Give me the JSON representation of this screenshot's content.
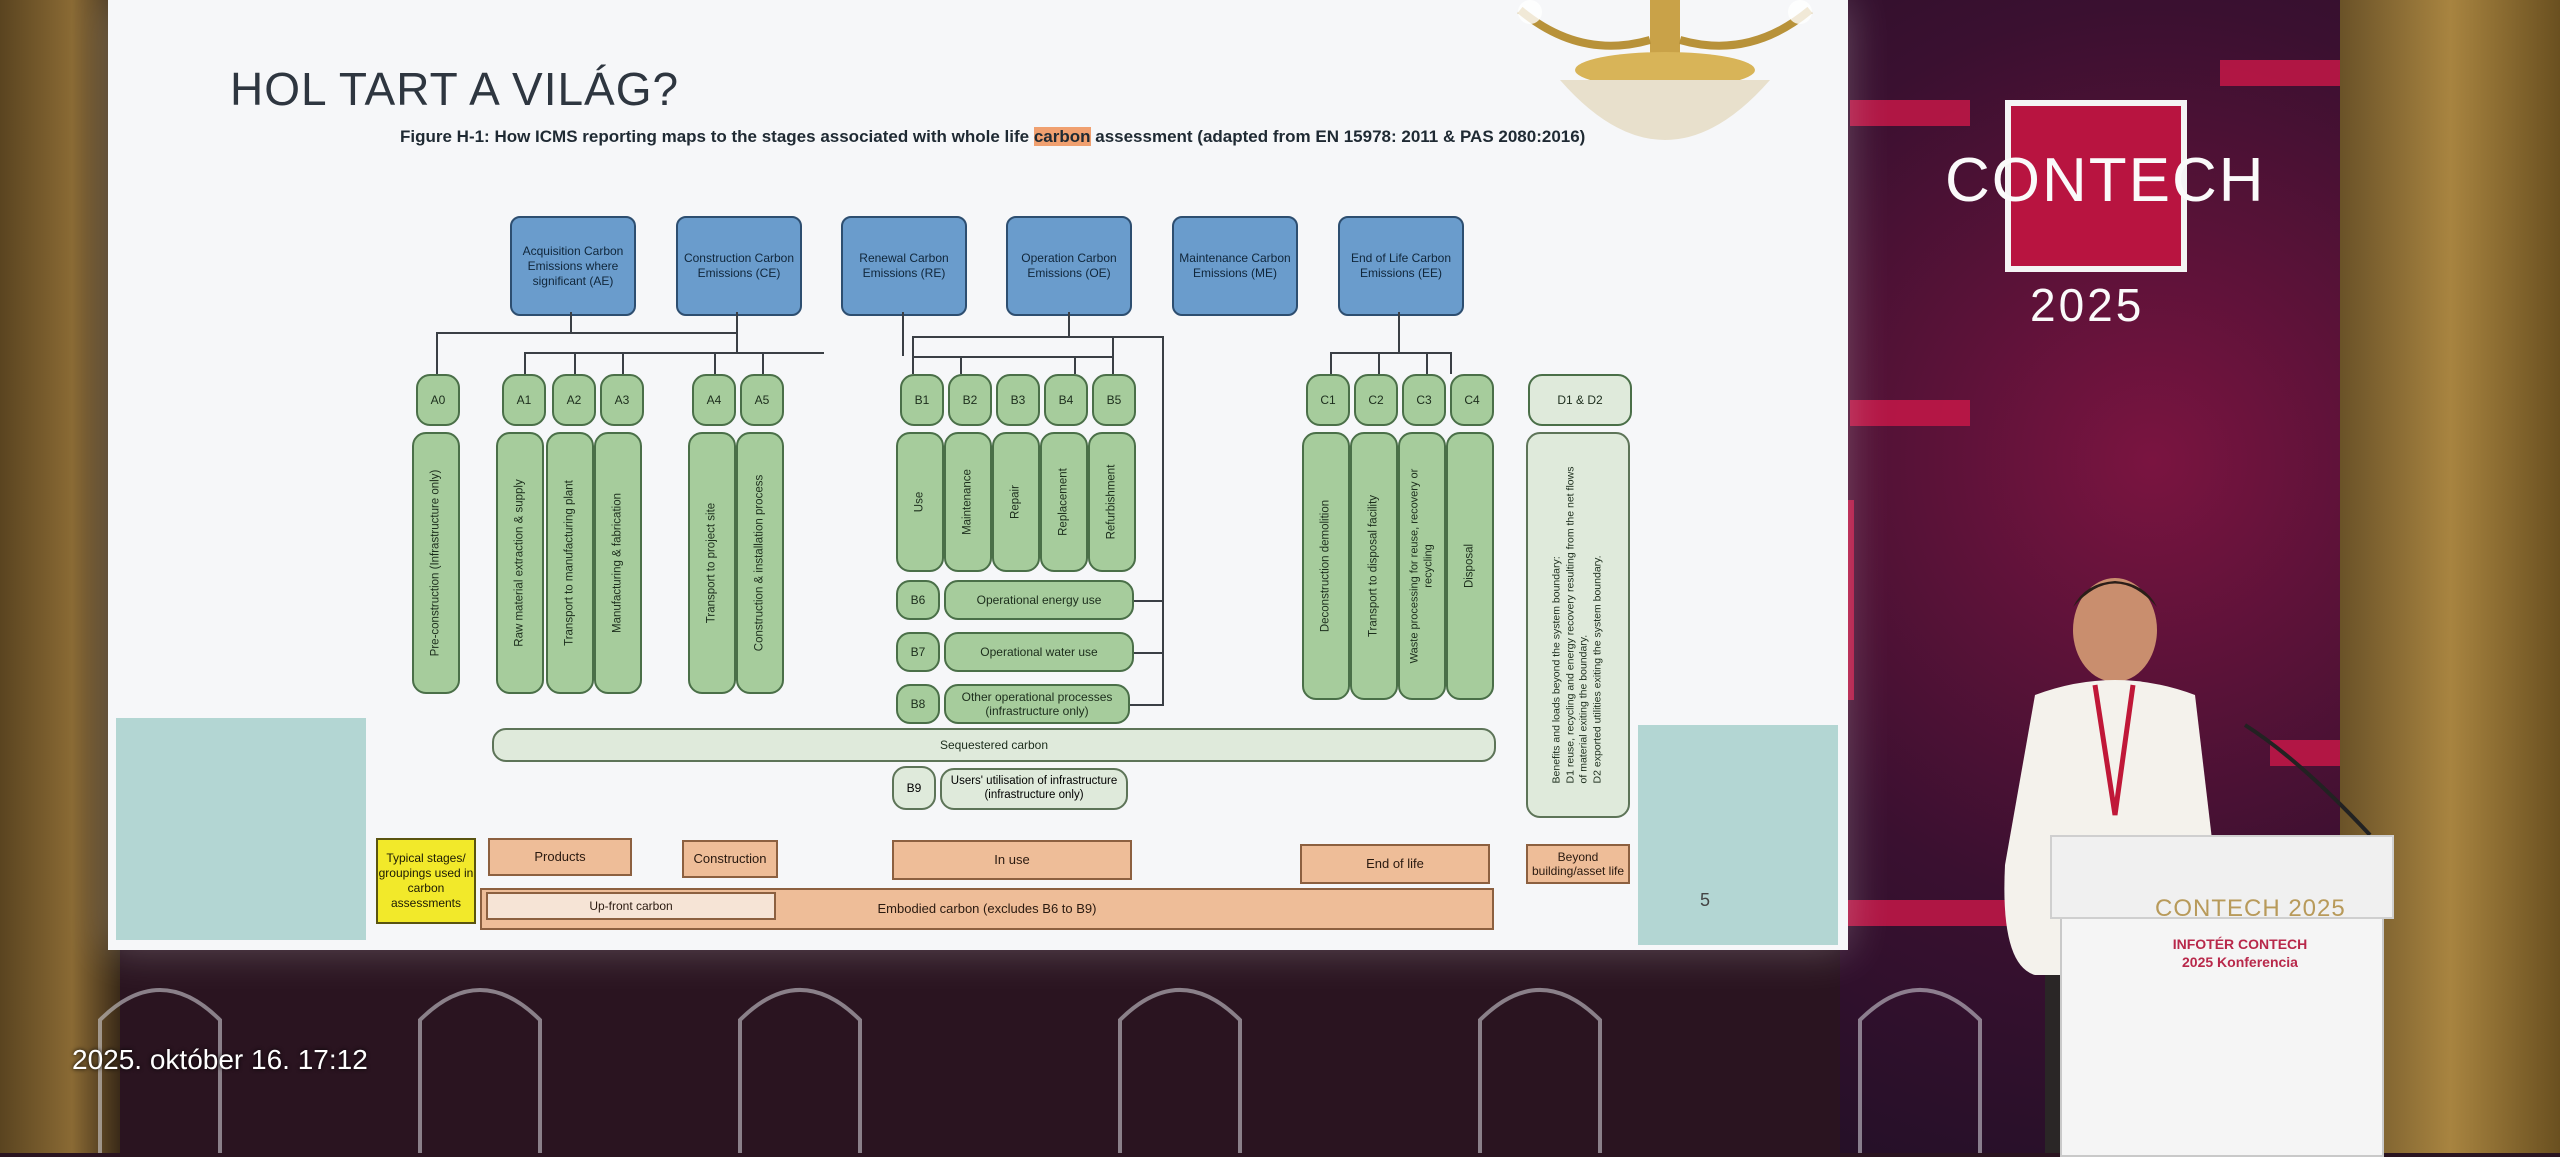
{
  "slide": {
    "title": "HOL TART A VILÁG?",
    "caption_pre": "Figure H-1: How ICMS reporting maps to the stages associated with whole life ",
    "caption_highlight": "carbon",
    "caption_post": " assessment (adapted from EN 15978: 2011 & PAS 2080:2016)",
    "page_number": "5"
  },
  "emissions": [
    {
      "label": "Acquisition Carbon Emissions where significant (AE)"
    },
    {
      "label": "Construction Carbon Emissions (CE)"
    },
    {
      "label": "Renewal Carbon Emissions (RE)"
    },
    {
      "label": "Operation Carbon Emissions (OE)"
    },
    {
      "label": "Maintenance Carbon Emissions (ME)"
    },
    {
      "label": "End of Life Carbon Emissions (EE)"
    }
  ],
  "stages": [
    {
      "code": "A0",
      "desc": "Pre-construction (Infrastructure only)"
    },
    {
      "code": "A1",
      "desc": "Raw material extraction & supply"
    },
    {
      "code": "A2",
      "desc": "Transport to manufacturing plant"
    },
    {
      "code": "A3",
      "desc": "Manufacturing & fabrication"
    },
    {
      "code": "A4",
      "desc": "Transport to project site"
    },
    {
      "code": "A5",
      "desc": "Construction & installation process"
    },
    {
      "code": "B1",
      "desc": "Use"
    },
    {
      "code": "B2",
      "desc": "Maintenance"
    },
    {
      "code": "B3",
      "desc": "Repair"
    },
    {
      "code": "B4",
      "desc": "Replacement"
    },
    {
      "code": "B5",
      "desc": "Refurbishment"
    },
    {
      "code": "C1",
      "desc": "Deconstruction demolition"
    },
    {
      "code": "C2",
      "desc": "Transport to disposal facility"
    },
    {
      "code": "C3",
      "desc": "Waste processing for reuse, recovery or recycling"
    },
    {
      "code": "C4",
      "desc": "Disposal"
    }
  ],
  "operational": [
    {
      "code": "B6",
      "desc": "Operational energy use"
    },
    {
      "code": "B7",
      "desc": "Operational water use"
    },
    {
      "code": "B8",
      "desc": "Other operational processes (infrastructure only)"
    }
  ],
  "b9": {
    "code": "B9",
    "desc": "Users' utilisation of infrastructure (infrastructure only)"
  },
  "d": {
    "code": "D1 & D2",
    "desc_1": "Benefits and loads beyond the system boundary:",
    "desc_2": "D1 reuse, recycling and energy recovery resulting from the net flows",
    "desc_3": "of material exiting the boundary.",
    "desc_4": "D2 exported utilities exiting the system boundary."
  },
  "sequestered": "Sequestered carbon",
  "groups": {
    "legend": "Typical stages/ groupings used in carbon assessments",
    "products": "Products",
    "construction": "Construction",
    "in_use": "In use",
    "end_of_life": "End of life",
    "beyond": "Beyond building/asset life",
    "upfront": "Up-front carbon",
    "embodied": "Embodied carbon (excludes B6 to B9)"
  },
  "brand": {
    "logo_text": "CONTECH",
    "logo_year": "2025",
    "podium_title": "CONTECH 2025",
    "podium_sub": "INFOTÉR CONTECH 2025 Konferencia"
  },
  "timestamp": "2025. október 16. 17:12"
}
